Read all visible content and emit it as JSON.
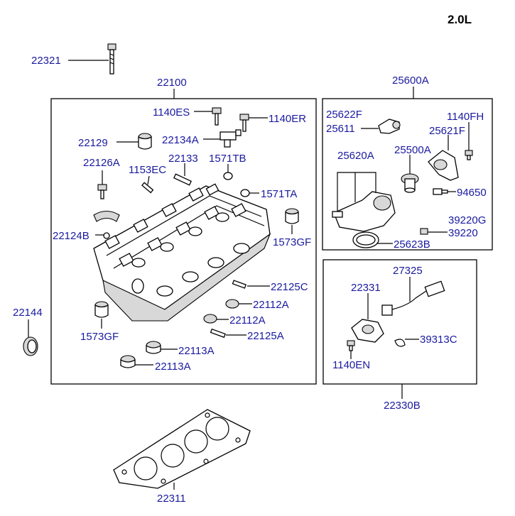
{
  "engine": "2.0L",
  "labels": {
    "p22321": "22321",
    "p22100": "22100",
    "p1140ES": "1140ES",
    "p1140ER": "1140ER",
    "p22129": "22129",
    "p22134A": "22134A",
    "p22126A": "22126A",
    "p22133": "22133",
    "p1571TB": "1571TB",
    "p1153EC": "1153EC",
    "p1571TA": "1571TA",
    "p22124B": "22124B",
    "p1573GF_a": "1573GF",
    "p22125C": "22125C",
    "p22112A_a": "22112A",
    "p22112A_b": "22112A",
    "p22125A": "22125A",
    "p1573GF_b": "1573GF",
    "p22113A_a": "22113A",
    "p22113A_b": "22113A",
    "p22144": "22144",
    "p22311": "22311",
    "p25600A": "25600A",
    "p25622F": "25622F",
    "p25611": "25611",
    "p1140FH": "1140FH",
    "p25621F": "25621F",
    "p25620A": "25620A",
    "p25500A": "25500A",
    "p94650": "94650",
    "p39220G": "39220G",
    "p39220": "39220",
    "p25623B": "25623B",
    "p27325": "27325",
    "p22331": "22331",
    "p39313C": "39313C",
    "p1140EN": "1140EN",
    "p22330B": "22330B"
  }
}
